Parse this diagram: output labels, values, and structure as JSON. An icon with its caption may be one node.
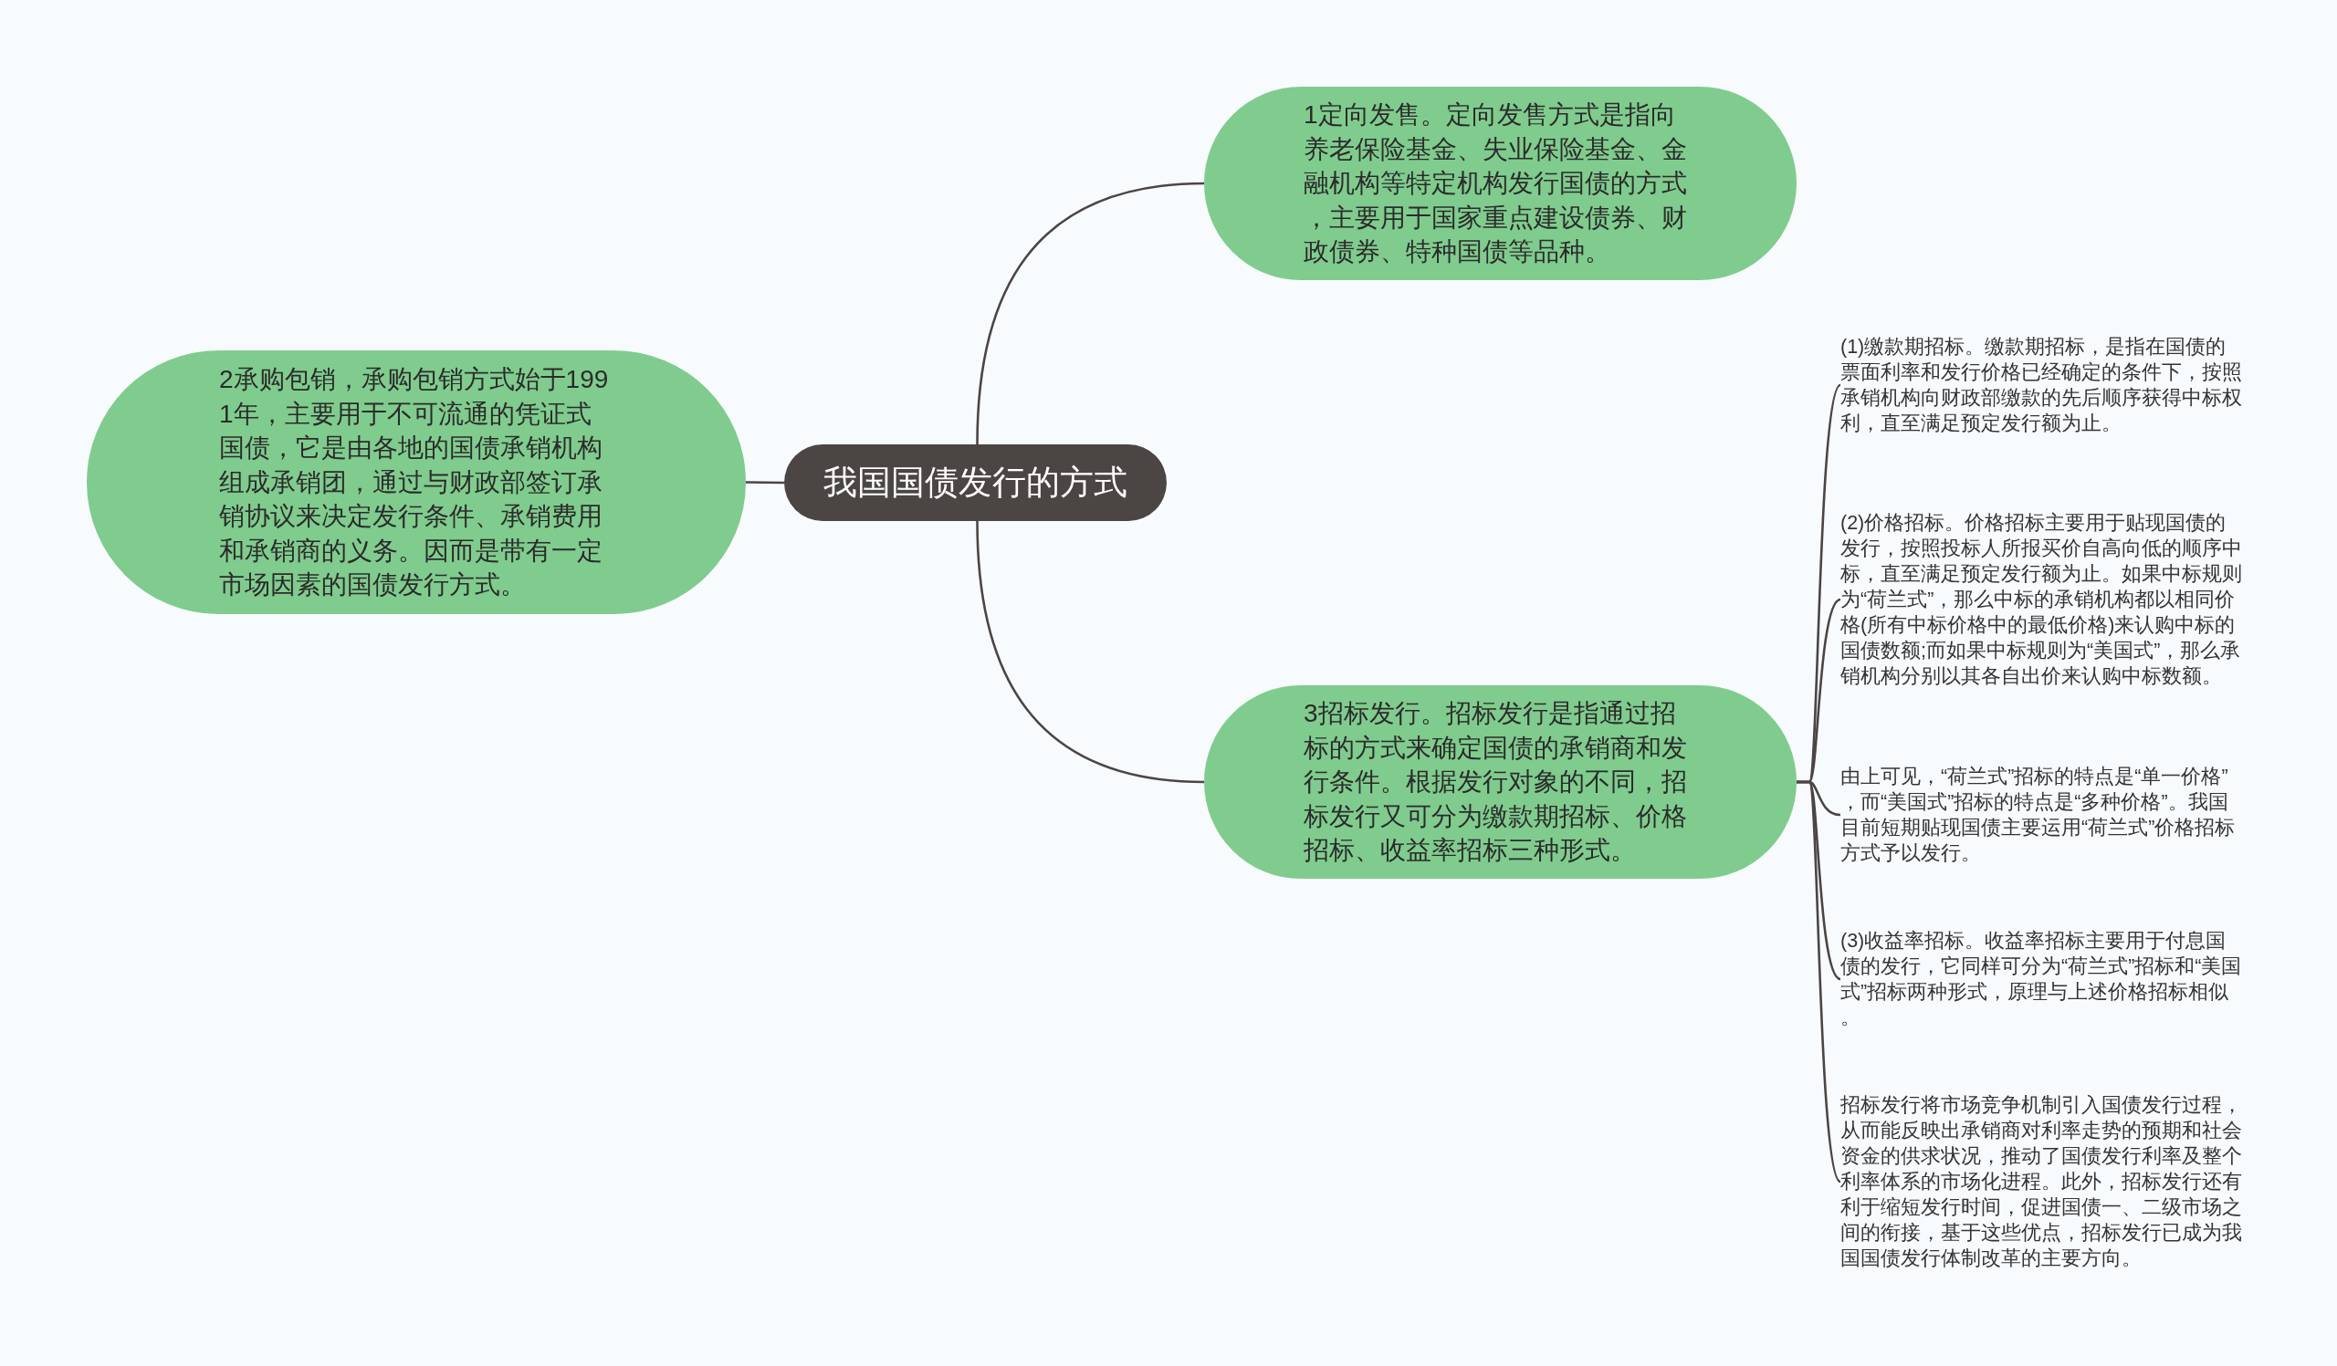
{
  "diagram": {
    "nodes": [
      {
        "text": [
          "我国国债发行的方式"
        ]
      },
      {
        "text": [
          "1定向发售。定向发售方式是指向养老保险基金、失业保险基金、金融机构等特定机构发行国债的方式，主要用于国家重点建设债券、财政债券、特种国债等品种。"
        ]
      },
      {
        "text": [
          "2承购包销，承购包销方式始于1991年，主要用于不可流通的凭证式国债，它是由各地的国债承销机构组成承销团，通过与财政部签订承销协议来决定发行条件、承销费用和承销商的义务。因而是带有一定市场因素的国债发行方式。"
        ]
      },
      {
        "text": [
          "3招标发行。招标发行是指通过招标的方式来确定国债的承销商和发行条件。根据发行对象的不同，招标发行又可分为缴款期招标、价格招标、收益率招标三种形式。"
        ]
      },
      {
        "text": [
          "(1)缴款期招标。缴款期招标，是指在国债的票面利率和发行价格已经确定的条件下，按照承销机构向财政部缴款的先后顺序获得中标权利，直至满足预定发行额为止。"
        ]
      },
      {
        "text": [
          "(2)价格招标。价格招标主要用于贴现国债的发行，按照投标人所报买价自高向低的顺序中标，直至满足预定发行额为止。如果中标规则为“荷兰式”，那么中标的承销机构都以相同价格(所有中标价格中的最低价格)来认购中标的国债数额;而如果中标规则为“美国式”，那么承销机构分别以其各自出价来认购中标数额。"
        ]
      },
      {
        "text": [
          "由上可见，“荷兰式”招标的特点是“单一价格”，而“美国式”招标的特点是“多种价格”。我国目前短期贴现国债主要运用“荷兰式”价格招标方式予以发行。"
        ]
      },
      {
        "text": [
          "(3)收益率招标。收益率招标主要用于付息国债的发行，它同样可分为“荷兰式”招标和“美国式”招标两种形式，原理与上述价格招标相似。"
        ]
      },
      {
        "text": [
          "招标发行将市场竞争机制引入国债发行过程，从而能反映出承销商对利率走势的预期和社会资金的供求状况，推动了国债发行利率及整个利率体系的市场化进程。此外，招标发行还有利于缩短发行时间，促进国债一、二级市场之间的衔接，基于这些优点，招标发行已成为我国国债发行体制改革的主要方向。"
        ]
      }
    ],
    "edges": [
      {
        "from": 0,
        "to": 1,
        "arrow": "none"
      },
      {
        "from": 0,
        "to": 2,
        "arrow": "none"
      },
      {
        "from": 0,
        "to": 3,
        "arrow": "none"
      },
      {
        "from": 3,
        "to": 4,
        "arrow": "none"
      },
      {
        "from": 3,
        "to": 5,
        "arrow": "none"
      },
      {
        "from": 3,
        "to": 6,
        "arrow": "none"
      },
      {
        "from": 3,
        "to": 7,
        "arrow": "none"
      },
      {
        "from": 3,
        "to": 8,
        "arrow": "none"
      }
    ]
  }
}
